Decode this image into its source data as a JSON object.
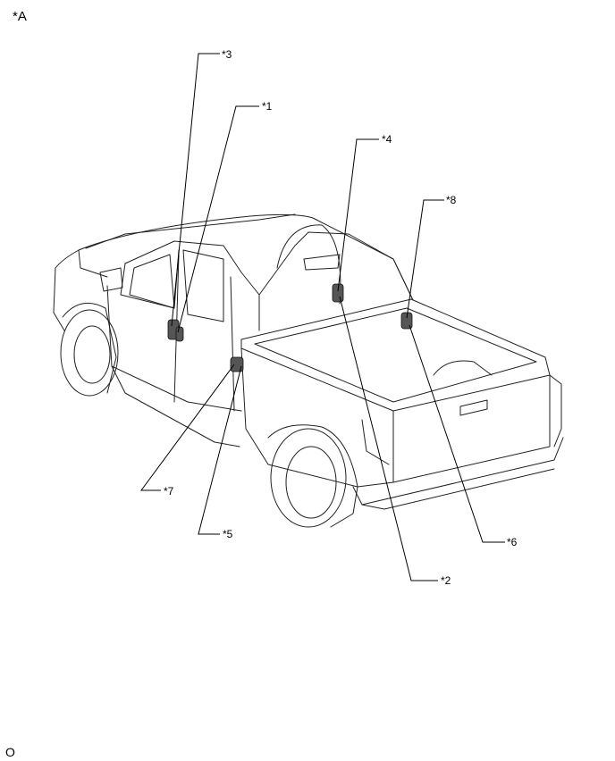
{
  "view_label": "*A",
  "footer_code": "O",
  "callouts": [
    {
      "id": "*1"
    },
    {
      "id": "*2"
    },
    {
      "id": "*3"
    },
    {
      "id": "*4"
    },
    {
      "id": "*5"
    },
    {
      "id": "*6"
    },
    {
      "id": "*7"
    },
    {
      "id": "*8"
    }
  ]
}
